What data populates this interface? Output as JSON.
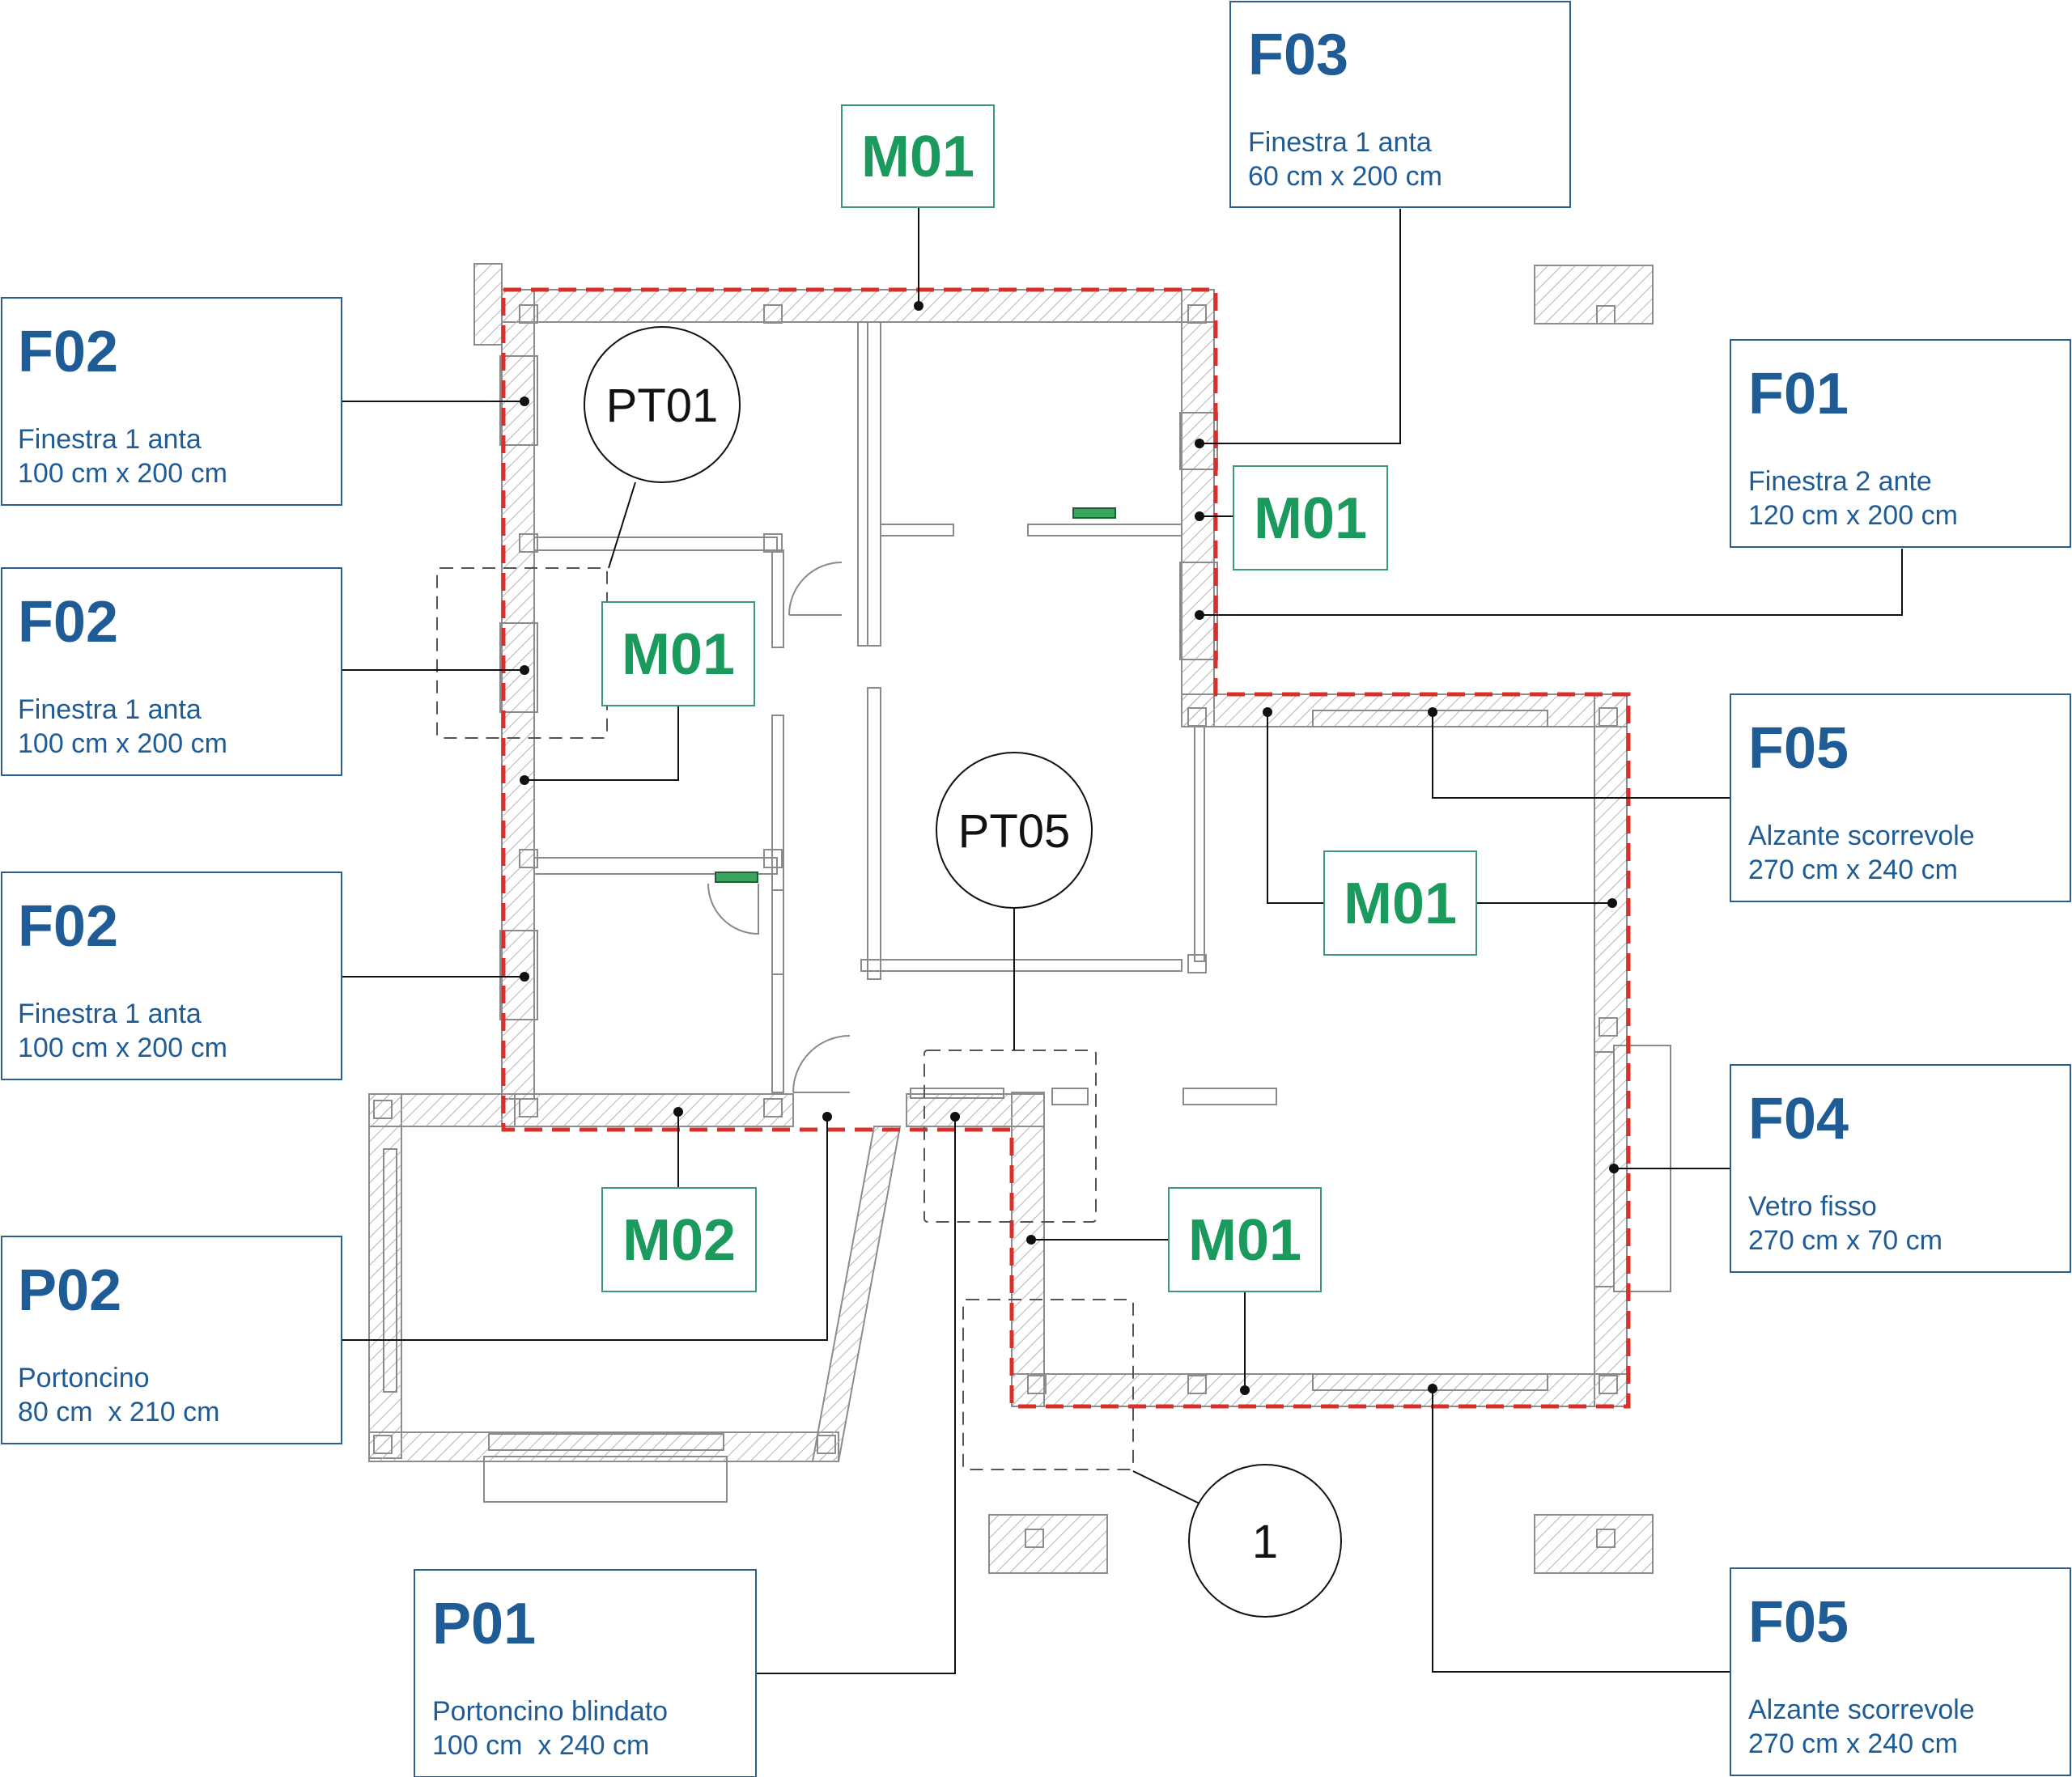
{
  "colors": {
    "opening_text": "#1f5c96",
    "opening_border": "#2a5f8f",
    "wall_text": "#1a9a5c",
    "wall_border": "#3a9a72",
    "outline_dashed": "#d9302c",
    "line": "#111111",
    "wall_hatch": "#9a9a9a"
  },
  "openings": [
    {
      "id": "f03",
      "code": "F03",
      "line1": "Finestra 1 anta",
      "line2": "60 cm x 200 cm"
    },
    {
      "id": "f02a",
      "code": "F02",
      "line1": "Finestra 1 anta",
      "line2": "100 cm x 200 cm"
    },
    {
      "id": "f01",
      "code": "F01",
      "line1": "Finestra 2 ante",
      "line2": "120 cm x 200 cm"
    },
    {
      "id": "f02b",
      "code": "F02",
      "line1": "Finestra 1 anta",
      "line2": "100 cm x 200 cm"
    },
    {
      "id": "f05a",
      "code": "F05",
      "line1": "Alzante scorrevole",
      "line2": "270 cm x 240 cm"
    },
    {
      "id": "f02c",
      "code": "F02",
      "line1": "Finestra 1 anta",
      "line2": "100 cm x 200 cm"
    },
    {
      "id": "f04",
      "code": "F04",
      "line1": "Vetro fisso",
      "line2": "270 cm x 70 cm"
    },
    {
      "id": "p02",
      "code": "P02",
      "line1": "Portoncino",
      "line2": "80 cm  x 210 cm"
    },
    {
      "id": "p01",
      "code": "P01",
      "line1": "Portoncino blindato",
      "line2": "100 cm  x 240 cm"
    },
    {
      "id": "f05b",
      "code": "F05",
      "line1": "Alzante scorrevole",
      "line2": "270 cm x 240 cm"
    }
  ],
  "walls": [
    {
      "id": "m01-top",
      "code": "M01"
    },
    {
      "id": "m01-right",
      "code": "M01"
    },
    {
      "id": "m01-left",
      "code": "M01"
    },
    {
      "id": "m01-mid",
      "code": "M01"
    },
    {
      "id": "m02",
      "code": "M02"
    },
    {
      "id": "m01-bottom",
      "code": "M01"
    }
  ],
  "rooms": [
    {
      "id": "pt01",
      "label": "PT01"
    },
    {
      "id": "pt05",
      "label": "PT05"
    },
    {
      "id": "detail-1",
      "label": "1"
    }
  ]
}
